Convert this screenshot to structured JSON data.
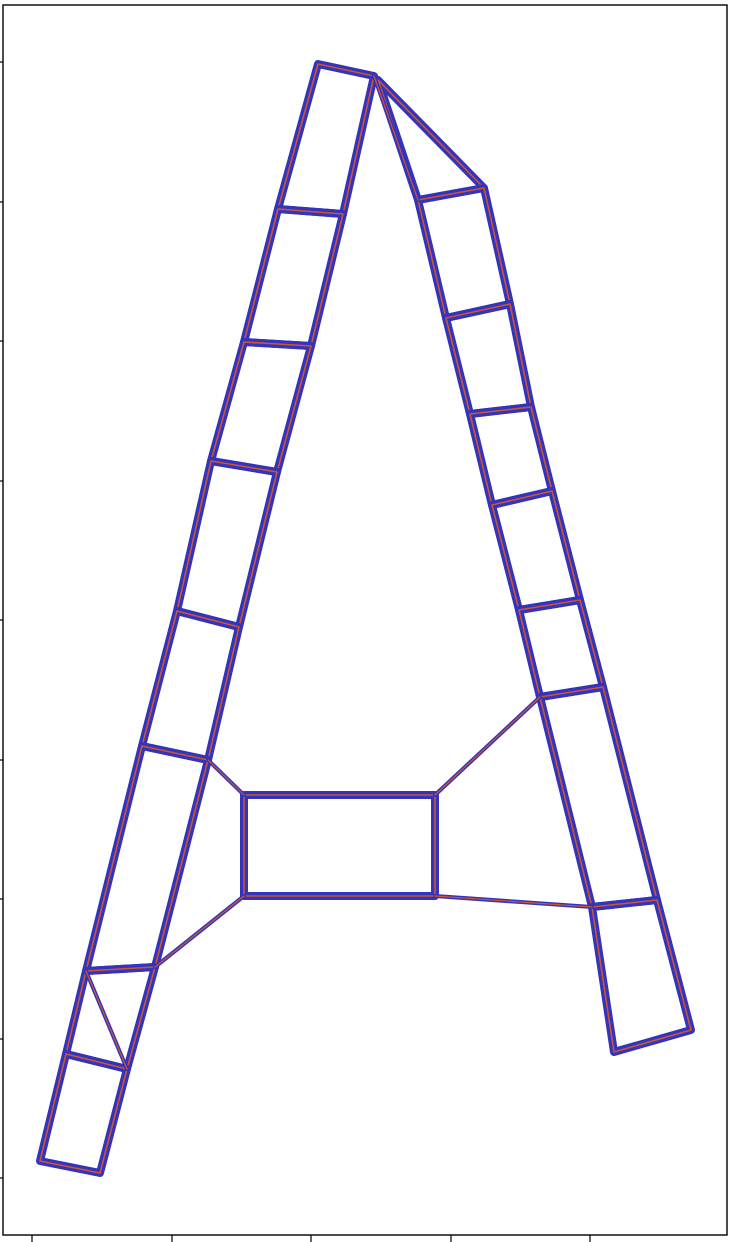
{
  "colors": {
    "track": "#3333bb",
    "centerline": "#cc5533",
    "frame": "#000000",
    "background": "#ffffff"
  },
  "figure": {
    "frame": "axes-box",
    "y_ticks": 8,
    "x_ticks": 5,
    "tick_labels": "none"
  }
}
